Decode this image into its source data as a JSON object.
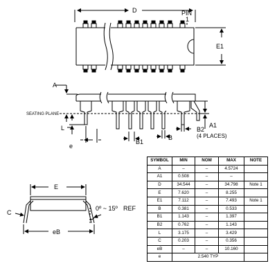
{
  "top_view": {
    "dim_d": "D",
    "pin1_line1": "PIN",
    "pin1_line2": "1",
    "dim_e1": "E1"
  },
  "side_view": {
    "dim_a": "A",
    "seating_plane": "SEATING PLANE",
    "dim_l": "L",
    "dim_e": "e",
    "dim_b1": "B1",
    "dim_b": "B",
    "dim_a1": "A1",
    "dim_b2": "B2",
    "four_places": "(4 PLACES)"
  },
  "end_view": {
    "dim_e": "E",
    "dim_c": "C",
    "dim_eb": "eB",
    "angle": "0º ~ 15º",
    "ref": "REF"
  },
  "table": {
    "headers": [
      "SYMBOL",
      "MIN",
      "NOM",
      "MAX",
      "NOTE"
    ],
    "rows": [
      [
        "A",
        "–",
        "–",
        "4.5724",
        ""
      ],
      [
        "A1",
        "0.508",
        "–",
        "–",
        ""
      ],
      [
        "D",
        "34.544",
        "–",
        "34.798",
        "Note 1"
      ],
      [
        "E",
        "7.620",
        "–",
        "8.255",
        ""
      ],
      [
        "E1",
        "7.112",
        "–",
        "7.493",
        "Note 1"
      ],
      [
        "B",
        "0.381",
        "–",
        "0.533",
        ""
      ],
      [
        "B1",
        "1.143",
        "–",
        "1.397",
        ""
      ],
      [
        "B2",
        "0.762",
        "–",
        "1.143",
        ""
      ],
      [
        "L",
        "3.175",
        "–",
        "3.429",
        ""
      ],
      [
        "C",
        "0.203",
        "–",
        "0.356",
        ""
      ],
      [
        "eB",
        "–",
        "–",
        "10.160",
        ""
      ]
    ],
    "last_row": {
      "symbol": "e",
      "value": "2.540 TYP"
    }
  }
}
